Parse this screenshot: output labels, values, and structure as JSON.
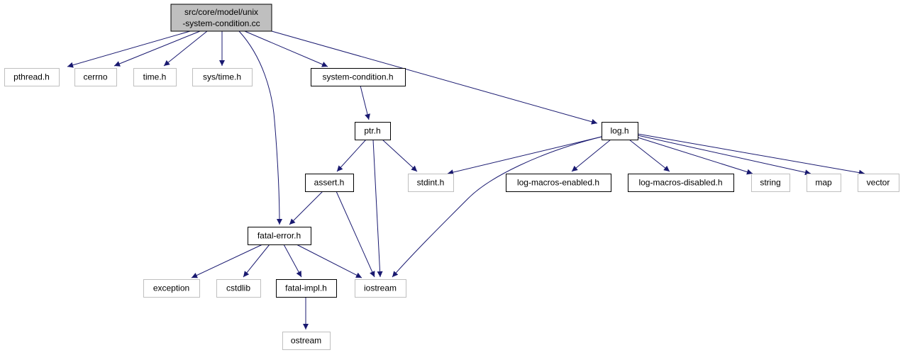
{
  "root": {
    "label_line1": "src/core/model/unix",
    "label_line2": "-system-condition.cc"
  },
  "nodes": [
    {
      "id": "pthread",
      "label": "pthread.h",
      "kind": "external"
    },
    {
      "id": "cerrno",
      "label": "cerrno",
      "kind": "external"
    },
    {
      "id": "time",
      "label": "time.h",
      "kind": "external"
    },
    {
      "id": "systime",
      "label": "sys/time.h",
      "kind": "external"
    },
    {
      "id": "syscond",
      "label": "system-condition.h",
      "kind": "documented"
    },
    {
      "id": "logh",
      "label": "log.h",
      "kind": "documented"
    },
    {
      "id": "ptr",
      "label": "ptr.h",
      "kind": "documented"
    },
    {
      "id": "asserth",
      "label": "assert.h",
      "kind": "documented"
    },
    {
      "id": "stdint",
      "label": "stdint.h",
      "kind": "external"
    },
    {
      "id": "logen",
      "label": "log-macros-enabled.h",
      "kind": "documented"
    },
    {
      "id": "logdis",
      "label": "log-macros-disabled.h",
      "kind": "documented"
    },
    {
      "id": "string",
      "label": "string",
      "kind": "external"
    },
    {
      "id": "map",
      "label": "map",
      "kind": "external"
    },
    {
      "id": "vector",
      "label": "vector",
      "kind": "external"
    },
    {
      "id": "fatalerr",
      "label": "fatal-error.h",
      "kind": "documented"
    },
    {
      "id": "exception",
      "label": "exception",
      "kind": "external"
    },
    {
      "id": "cstdlib",
      "label": "cstdlib",
      "kind": "external"
    },
    {
      "id": "fatalimpl",
      "label": "fatal-impl.h",
      "kind": "documented"
    },
    {
      "id": "iostream",
      "label": "iostream",
      "kind": "external"
    },
    {
      "id": "ostream",
      "label": "ostream",
      "kind": "external"
    }
  ],
  "edges": [
    [
      "root",
      "pthread"
    ],
    [
      "root",
      "cerrno"
    ],
    [
      "root",
      "time"
    ],
    [
      "root",
      "systime"
    ],
    [
      "root",
      "syscond"
    ],
    [
      "root",
      "logh"
    ],
    [
      "root",
      "fatalerr"
    ],
    [
      "syscond",
      "ptr"
    ],
    [
      "ptr",
      "asserth"
    ],
    [
      "ptr",
      "stdint"
    ],
    [
      "ptr",
      "iostream"
    ],
    [
      "asserth",
      "fatalerr"
    ],
    [
      "asserth",
      "iostream"
    ],
    [
      "logh",
      "stdint"
    ],
    [
      "logh",
      "logen"
    ],
    [
      "logh",
      "logdis"
    ],
    [
      "logh",
      "string"
    ],
    [
      "logh",
      "map"
    ],
    [
      "logh",
      "vector"
    ],
    [
      "logh",
      "iostream"
    ],
    [
      "fatalerr",
      "exception"
    ],
    [
      "fatalerr",
      "cstdlib"
    ],
    [
      "fatalerr",
      "fatalimpl"
    ],
    [
      "fatalerr",
      "iostream"
    ],
    [
      "fatalimpl",
      "ostream"
    ]
  ],
  "colors": {
    "edge": "#191970",
    "root_fill": "#bfbfbf",
    "documented_border": "#000000",
    "external_border": "#bfbfbf",
    "text": "#000000"
  }
}
